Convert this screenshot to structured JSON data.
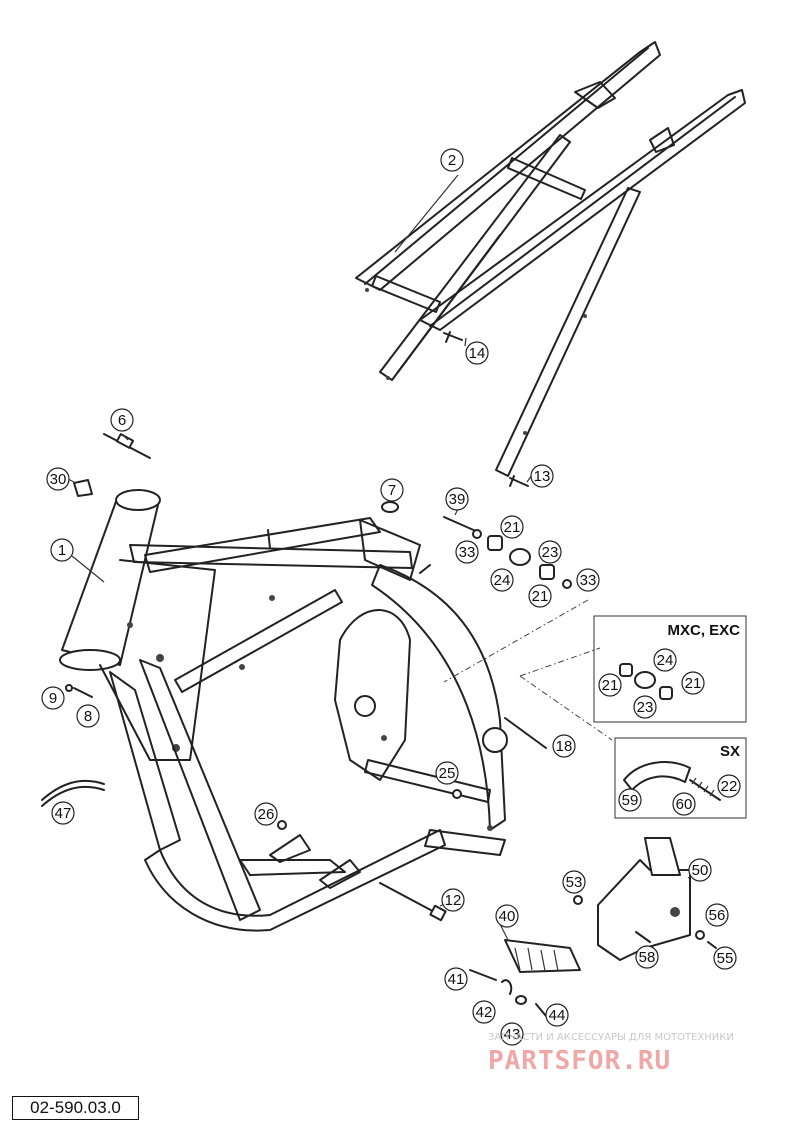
{
  "diagram_code": "02-590.03.0",
  "watermark": {
    "subtitle": "ЗАПЧАСТИ И АКСЕССУАРЫ ДЛЯ МОТОТЕХНИКИ",
    "brand": "PARTSFOR.RU"
  },
  "variant_boxes": {
    "mxc_exc": "MXC, EXC",
    "sx": "SX"
  },
  "callouts": [
    {
      "label": "2"
    },
    {
      "label": "14"
    },
    {
      "label": "13"
    },
    {
      "label": "6"
    },
    {
      "label": "30"
    },
    {
      "label": "1"
    },
    {
      "label": "7"
    },
    {
      "label": "39"
    },
    {
      "label": "21"
    },
    {
      "label": "33"
    },
    {
      "label": "23"
    },
    {
      "label": "24"
    },
    {
      "label": "21"
    },
    {
      "label": "33"
    },
    {
      "label": "9"
    },
    {
      "label": "8"
    },
    {
      "label": "24"
    },
    {
      "label": "21"
    },
    {
      "label": "21"
    },
    {
      "label": "23"
    },
    {
      "label": "18"
    },
    {
      "label": "25"
    },
    {
      "label": "22"
    },
    {
      "label": "59"
    },
    {
      "label": "60"
    },
    {
      "label": "47"
    },
    {
      "label": "26"
    },
    {
      "label": "50"
    },
    {
      "label": "53"
    },
    {
      "label": "12"
    },
    {
      "label": "40"
    },
    {
      "label": "56"
    },
    {
      "label": "58"
    },
    {
      "label": "55"
    },
    {
      "label": "41"
    },
    {
      "label": "42"
    },
    {
      "label": "43"
    },
    {
      "label": "44"
    }
  ]
}
